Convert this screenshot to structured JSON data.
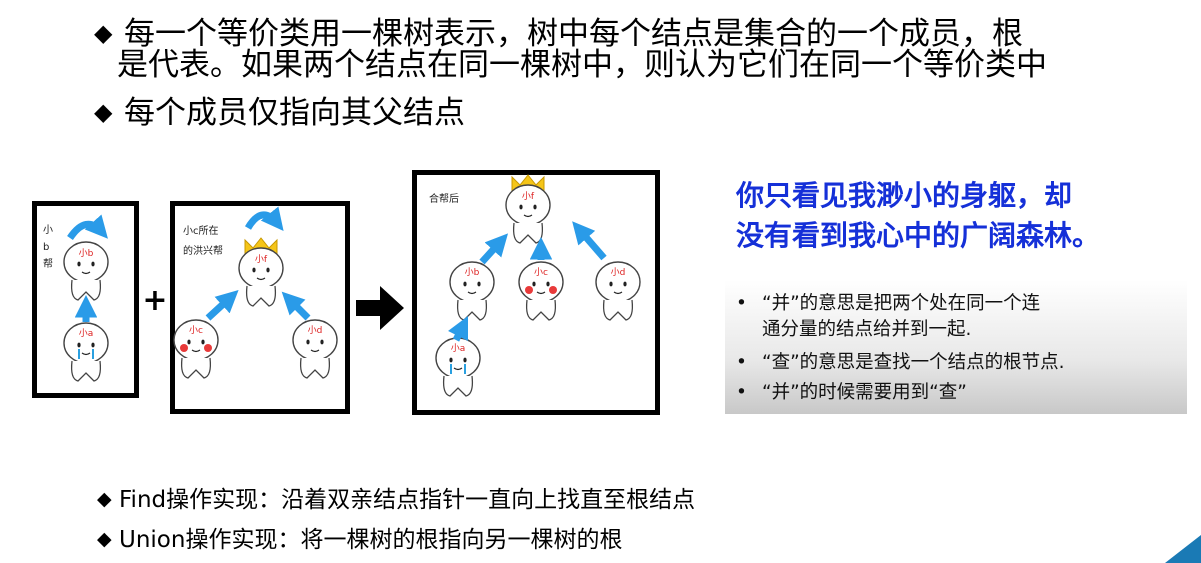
{
  "bullets": {
    "marker": "◆",
    "b1_line1": "每一个等价类用一棵树表示，树中每个结点是集合的一个成员，根",
    "b1_line2": "是代表。如果两个结点在同一棵树中，则认为它们在同一个等价类中",
    "b2": "每个成员仅指向其父结点"
  },
  "figure": {
    "panel1_caption": "小\nb\n帮",
    "panel2_caption": "小c所在\n的洪兴帮",
    "panel3_caption": "合帮后",
    "plus": "+",
    "nodes": {
      "b": "小b",
      "a": "小a",
      "f": "小f",
      "c": "小c",
      "d": "小d"
    }
  },
  "quote": {
    "line1": "你只看见我渺小的身躯，却",
    "line2": "没有看到我心中的广阔森林。",
    "color": "#1530d8"
  },
  "notes": {
    "bullet": "•",
    "n1_line1": "“并”的意思是把两个处在同一个连",
    "n1_line2": "通分量的结点给并到一起.",
    "n2": "“查”的意思是查找一个结点的根节点.",
    "n3": "“并”的时候需要用到“查”"
  },
  "bottom": {
    "marker": "◆",
    "find": "Find操作实现：沿着双亲结点指针一直向上找直至根结点",
    "union": "Union操作实现：将一棵树的根指向另一棵树的根"
  }
}
